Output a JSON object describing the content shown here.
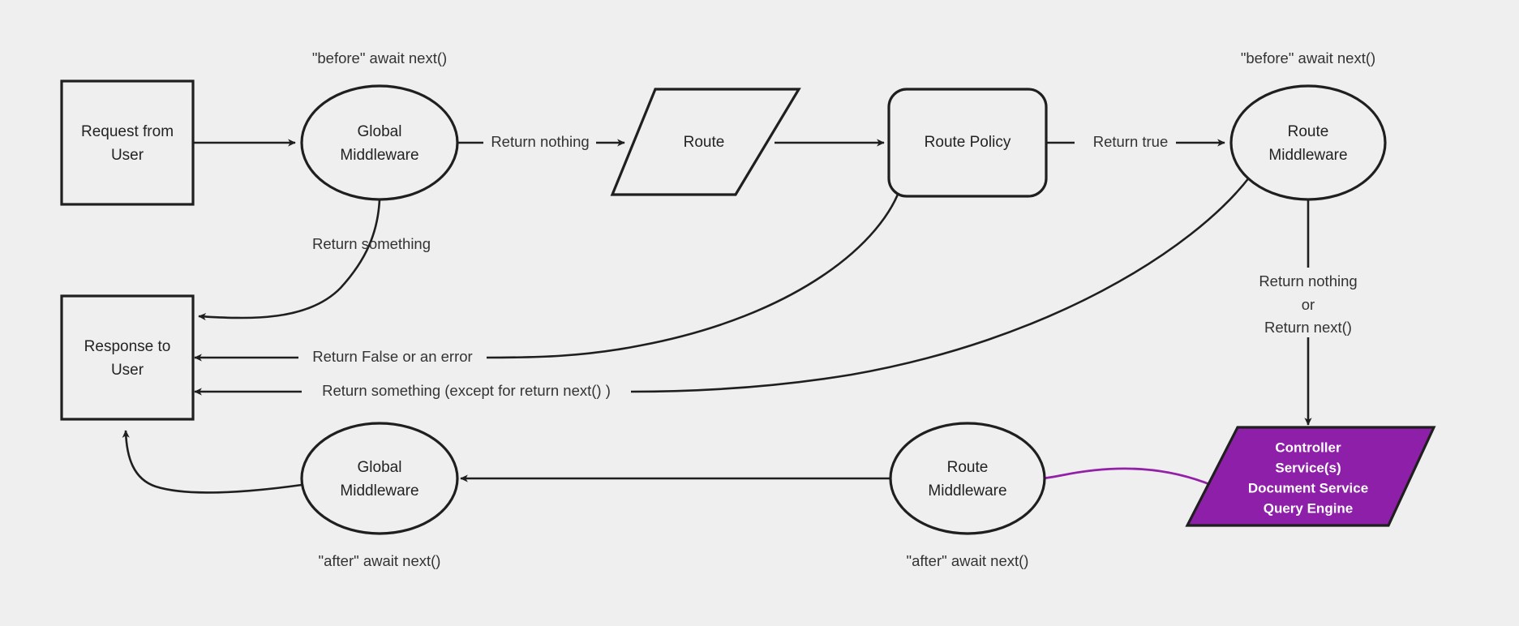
{
  "diagram": {
    "title": "Request lifecycle middleware flow",
    "background_color": "#efefef",
    "line_color": "#1f1f1f",
    "accent_color": "#8E1FA8",
    "nodes": {
      "request_from_user": {
        "line1": "Request from",
        "line2": "User"
      },
      "global_middleware_before": {
        "line1": "Global",
        "line2": "Middleware"
      },
      "route": {
        "line1": "Route"
      },
      "route_policy": {
        "line1": "Route Policy"
      },
      "route_middleware_before": {
        "line1": "Route",
        "line2": "Middleware"
      },
      "controller_services": {
        "line1": "Controller",
        "line2": "Service(s)",
        "line3": "Document Service",
        "line4": "Query Engine"
      },
      "route_middleware_after": {
        "line1": "Route",
        "line2": "Middleware"
      },
      "global_middleware_after": {
        "line1": "Global",
        "line2": "Middleware"
      },
      "response_to_user": {
        "line1": "Response to",
        "line2": "User"
      }
    },
    "annotations": {
      "before_global": "\"before\" await next()",
      "before_route": "\"before\" await next()",
      "after_global": "\"after\" await next()",
      "after_route": "\"after\" await next()"
    },
    "edge_labels": {
      "return_nothing": "Return nothing",
      "return_true": "Return true",
      "return_something": "Return something",
      "return_false_or_error": "Return False or an error",
      "return_something_except": "Return something (except for return next() )",
      "return_nothing_or_next_1": "Return nothing",
      "return_nothing_or_next_2": "or",
      "return_nothing_or_next_3": "Return next()"
    }
  }
}
